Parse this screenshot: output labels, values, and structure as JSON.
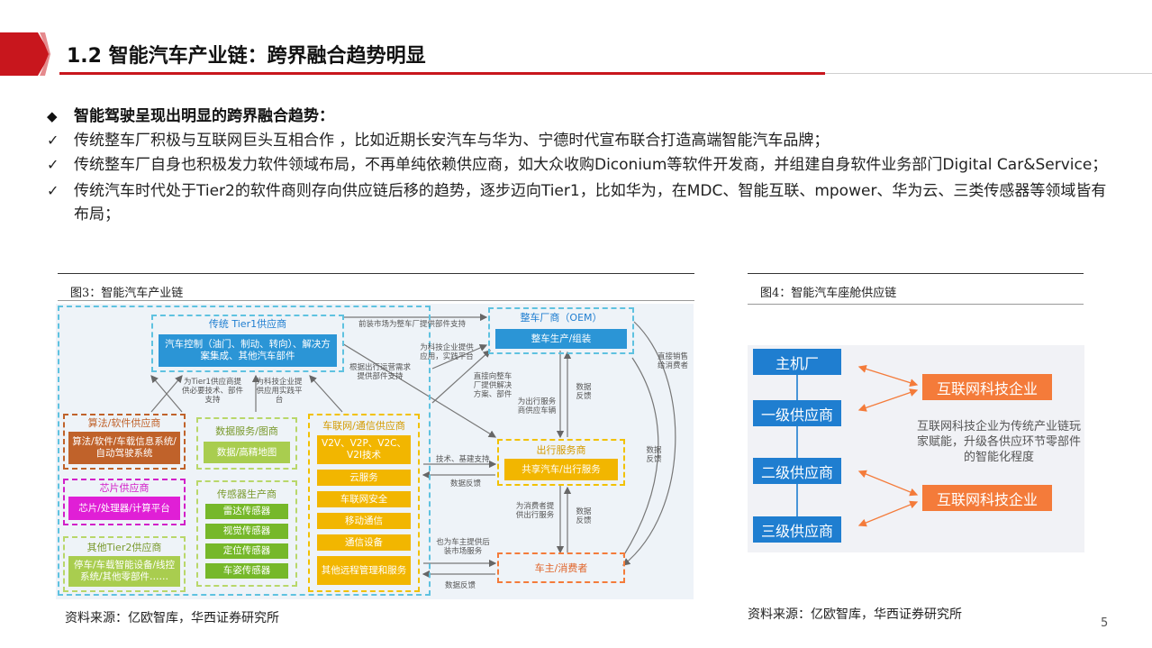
{
  "header": {
    "title": "1.2 智能汽车产业链：跨界融合趋势明显"
  },
  "bullets": {
    "heading": "智能驾驶呈现出明显的跨界融合趋势：",
    "items": [
      "传统整车厂积极与互联网巨头互相合作 ，比如近期长安汽车与华为、宁德时代宣布联合打造高端智能汽车品牌；",
      "传统整车厂自身也积极发力软件领域布局，不再单纯依赖供应商，如大众收购Diconium等软件开发商，并组建自身软件业务部门Digital Car&Service；",
      "传统汽车时代处于Tier2的软件商则存向供应链后移的趋势，逐步迈向Tier1，比如华为，在MDC、智能互联、mpower、华为云、三类传感器等领域皆有布局；"
    ]
  },
  "figure3": {
    "caption": "图3：智能汽车产业链",
    "source": "资料来源：亿欧智库，华西证券研究所",
    "tier1": {
      "title": "传统 Tier1供应商",
      "box": "汽车控制（油门、制动、转向）、解决方案集成、其他汽车部件"
    },
    "oem": {
      "title": "整车厂商（OEM）",
      "box": "整车生产/组装"
    },
    "algo": {
      "title": "算法/软件供应商",
      "box": "算法/软件/车载信息系统/自动驾驶系统"
    },
    "chip": {
      "title": "芯片供应商",
      "box": "芯片/处理器/计算平台"
    },
    "tier2": {
      "title": "其他Tier2供应商",
      "box": "停车/车载智能设备/线控系统/其他零部件……"
    },
    "data_service": {
      "title": "数据服务/图商",
      "box": "数据/高精地图"
    },
    "sensor": {
      "title": "传感器生产商",
      "items": [
        "雷达传感器",
        "视觉传感器",
        "定位传感器",
        "车姿传感器"
      ]
    },
    "iov": {
      "title": "车联网/通信供应商",
      "items": [
        "V2V、V2P、V2C、V2I技术",
        "云服务",
        "车联网安全",
        "移动通信",
        "通信设备",
        "其他远程管理和服务"
      ]
    },
    "mobility": {
      "title": "出行服务商",
      "box": "共享汽车/出行服务"
    },
    "consumer": {
      "box": "车主/消费者"
    },
    "notes": {
      "n1": "前装市场为整车厂提供部件支持",
      "n2": "为科技企业提供应用，实践平台",
      "n3": "根据出行运营需求提供部件支持",
      "n4": "为Tier1供应商提供必要技术、部件支持",
      "n5": "为科技企业提供应用实践平台",
      "n6": "直接向整车厂提供解决方案、部件",
      "n7": "为出行服务商供应车辆",
      "n8": "数据反馈",
      "n9": "直接销售给消费者",
      "n10": "数据反馈",
      "n11": "技术、基建支持",
      "n12": "数据反馈",
      "n13": "为消费者提供出行服务",
      "n14": "数据反馈",
      "n15": "也为车主提供后装市场服务",
      "n16": "数据反馈"
    }
  },
  "figure4": {
    "caption": "图4：智能汽车座舱供应链",
    "source": "资料来源：亿欧智库，华西证券研究所",
    "levels": [
      "主机厂",
      "一级供应商",
      "二级供应商",
      "三级供应商"
    ],
    "internet_boxes": [
      "互联网科技企业",
      "互联网科技企业"
    ],
    "description": "互联网科技企业为传统产业链玩家赋能，升级各供应环节零部件的智能化程度"
  },
  "page_number": "5",
  "colors": {
    "accent_red": "#c8161d",
    "blue": "#1f7ed0",
    "orange": "#f47b3a"
  }
}
